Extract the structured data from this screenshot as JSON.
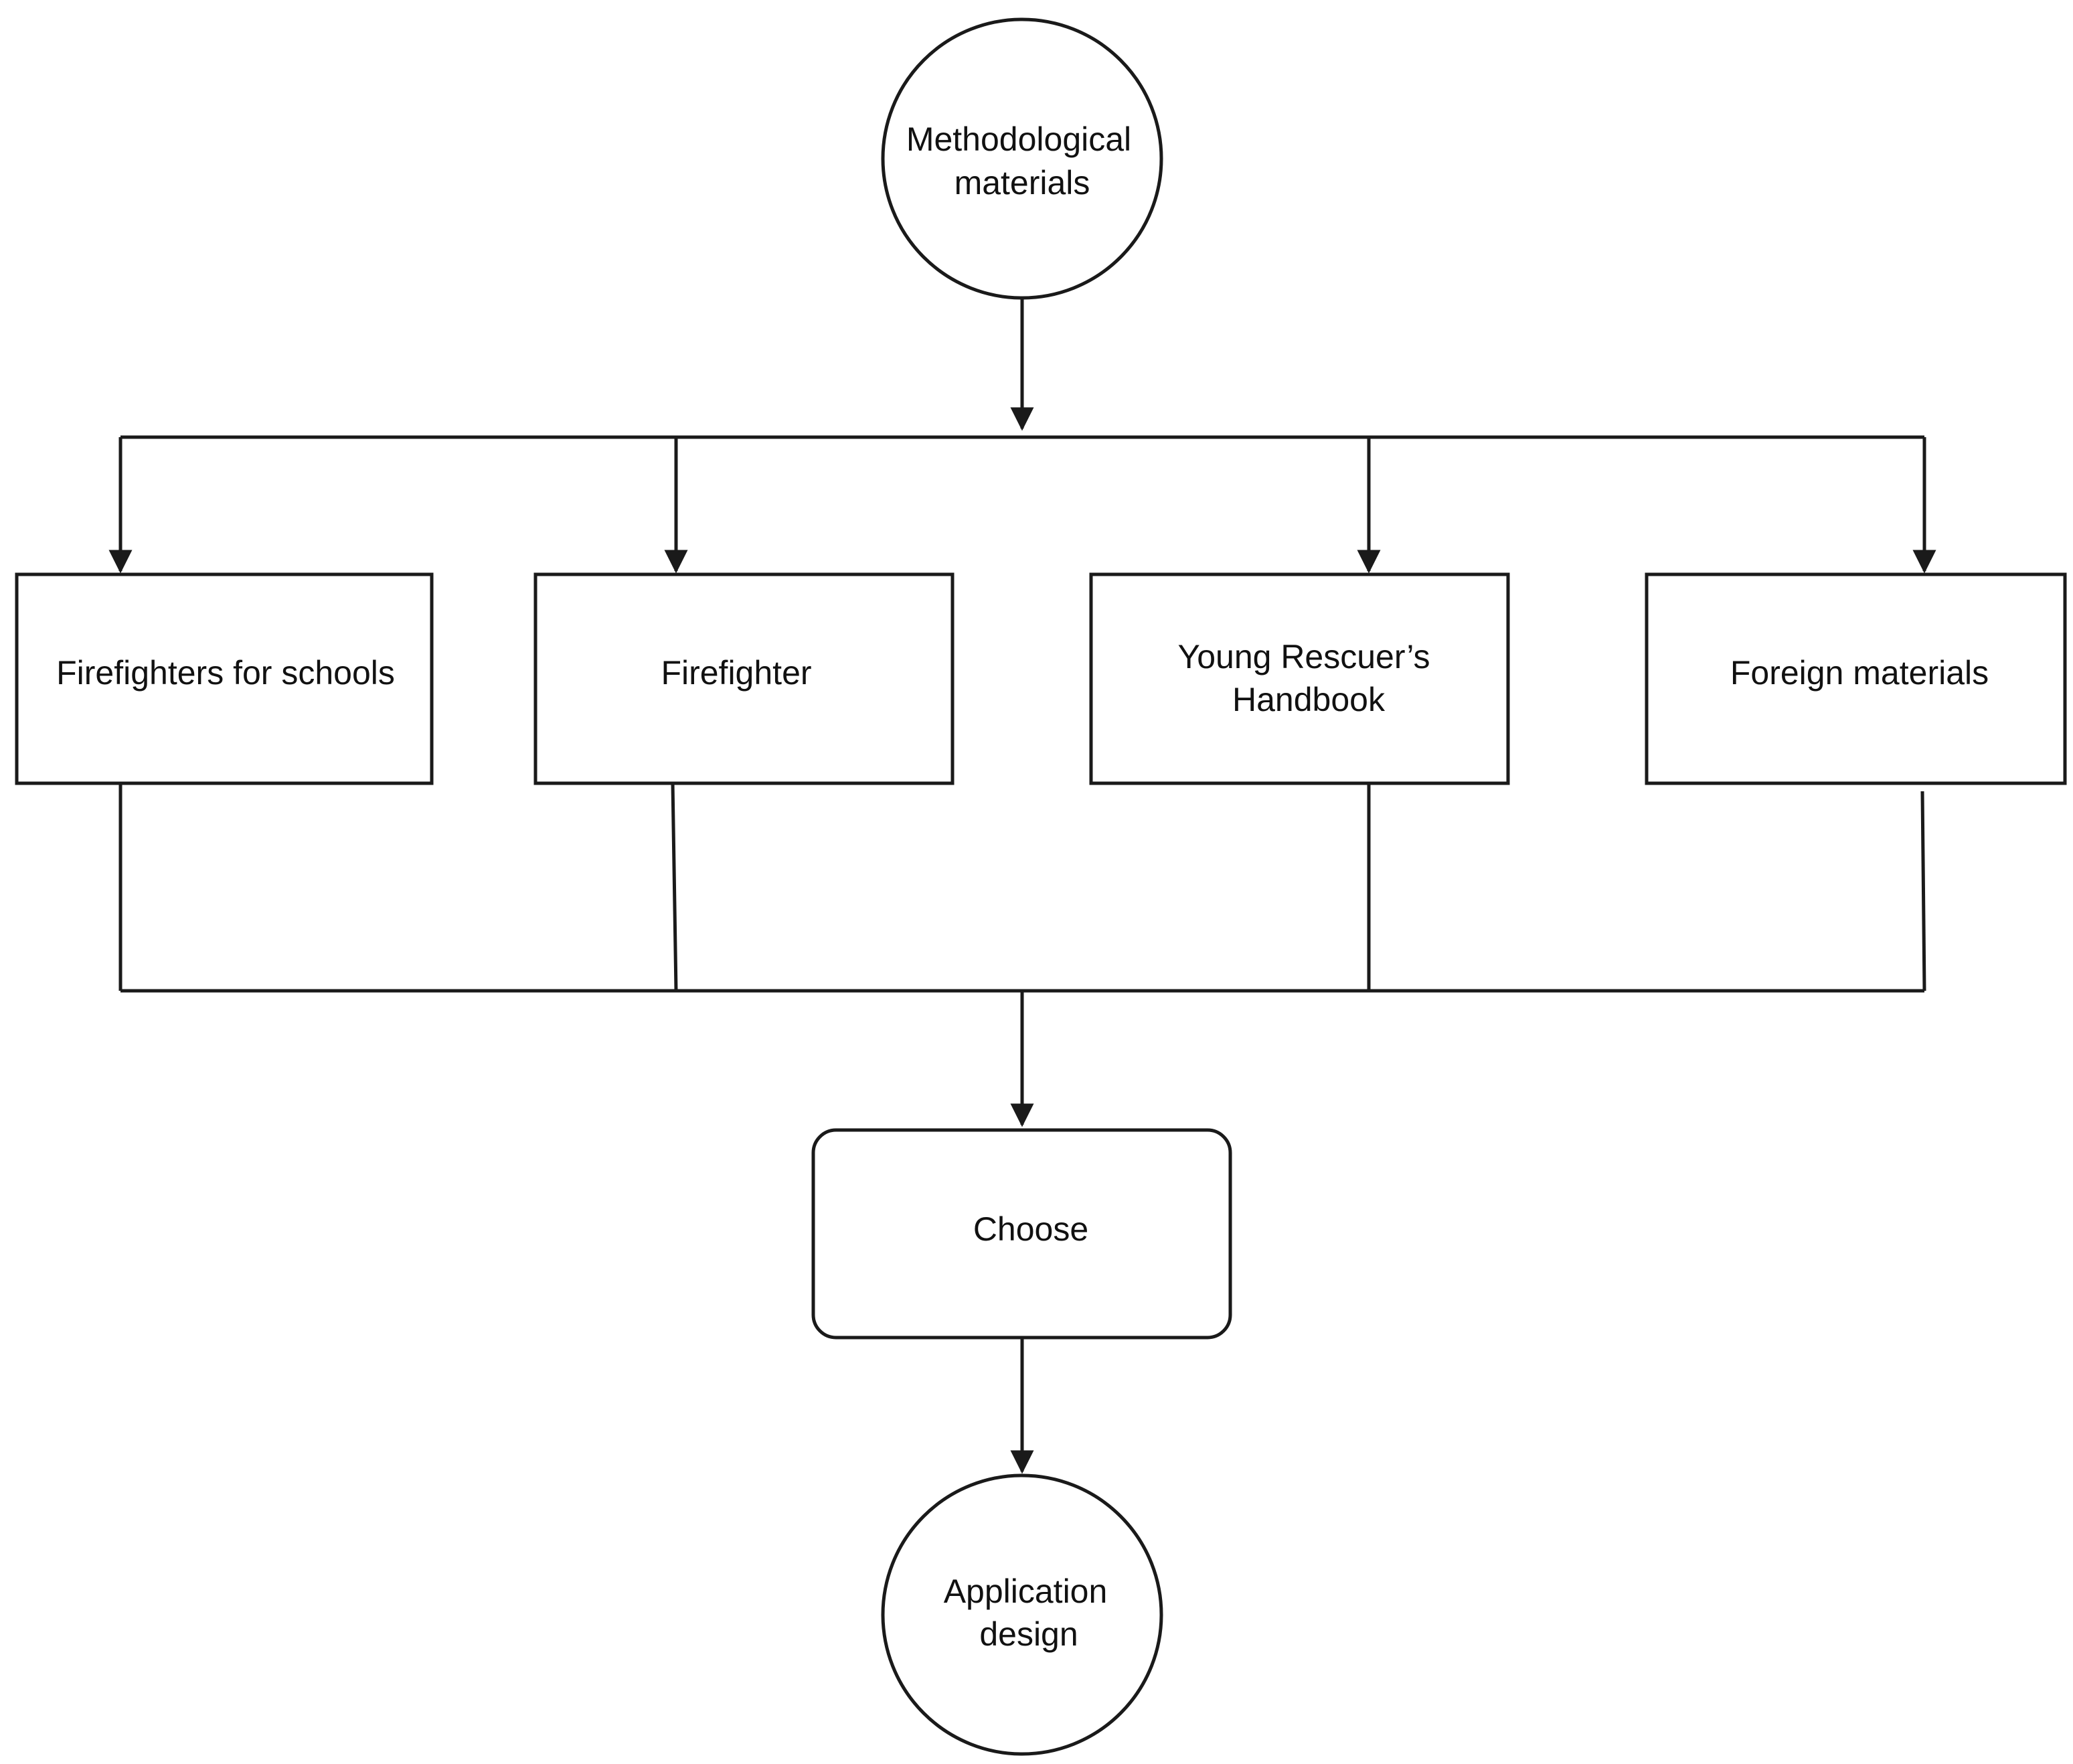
{
  "diagram": {
    "start_node": {
      "line1": "Methodological",
      "line2": "materials"
    },
    "sources": [
      {
        "line1": "Firefighters for schools"
      },
      {
        "line1": "Firefighter"
      },
      {
        "line1": "Young Rescuer’s",
        "line2": "Handbook"
      },
      {
        "line1": "Foreign materials"
      }
    ],
    "decision": {
      "label": "Choose"
    },
    "end_node": {
      "line1": "Application",
      "line2": "design"
    },
    "colors": {
      "stroke": "#1a1a1a",
      "text": "#111111",
      "background": "#ffffff"
    }
  }
}
